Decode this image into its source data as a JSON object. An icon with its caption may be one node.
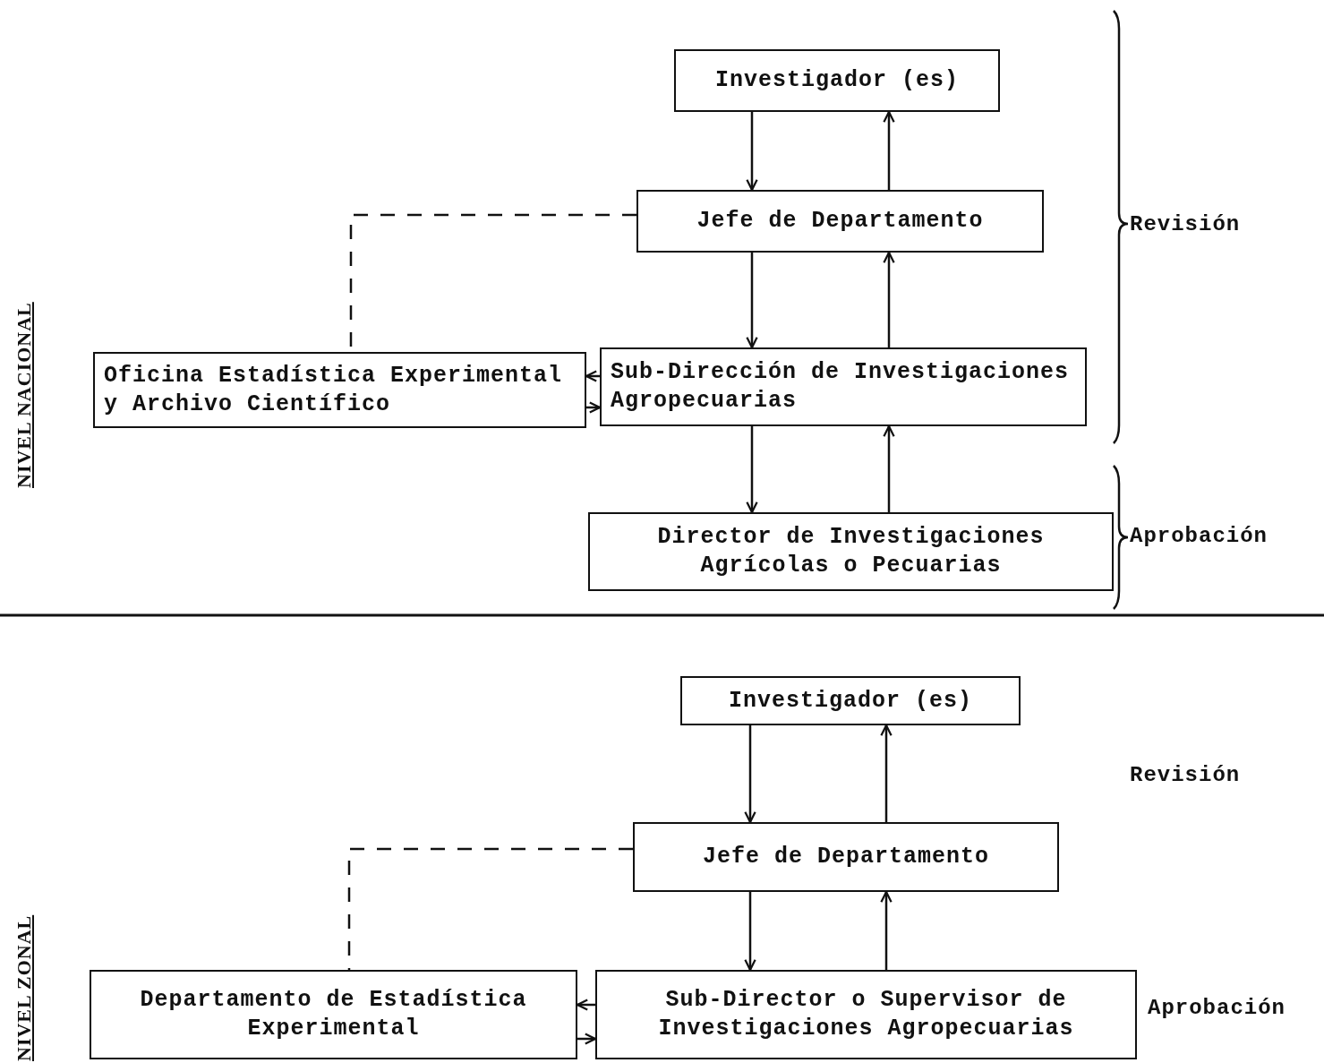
{
  "diagram": {
    "nodes": [
      {
        "text": [
          "Investigador (es)"
        ]
      },
      {
        "text": [
          "Jefe de Departamento"
        ]
      },
      {
        "text": [
          "Oficina Estadística Experimental y Archivo Científico"
        ]
      },
      {
        "text": [
          "Sub-Dirección de Investigaciones Agropecuarias"
        ]
      },
      {
        "text": [
          "Director de Investigaciones Agrícolas o Pecuarias"
        ]
      },
      {
        "text": [
          "Investigador (es)"
        ]
      },
      {
        "text": [
          "Jefe de Departamento"
        ]
      },
      {
        "text": [
          "Departamento de Estadística Experimental"
        ]
      },
      {
        "text": [
          "Sub-Director o Supervisor de Investigaciones Agropecuarias"
        ]
      }
    ],
    "edges": [
      {
        "from": 0,
        "to": 1,
        "arrow": "to"
      },
      {
        "from": 1,
        "to": 0,
        "arrow": "to"
      },
      {
        "from": 1,
        "to": 3,
        "arrow": "to"
      },
      {
        "from": 3,
        "to": 1,
        "arrow": "to"
      },
      {
        "from": 3,
        "to": 4,
        "arrow": "to"
      },
      {
        "from": 4,
        "to": 3,
        "arrow": "to"
      },
      {
        "from": 1,
        "to": 2,
        "arrow": "none",
        "style": "dashed"
      },
      {
        "from": 3,
        "to": 2,
        "arrow": "to"
      },
      {
        "from": 2,
        "to": 3,
        "arrow": "to"
      },
      {
        "from": 5,
        "to": 6,
        "arrow": "to"
      },
      {
        "from": 6,
        "to": 5,
        "arrow": "to"
      },
      {
        "from": 6,
        "to": 8,
        "arrow": "to"
      },
      {
        "from": 8,
        "to": 6,
        "arrow": "to"
      },
      {
        "from": 6,
        "to": 7,
        "arrow": "none",
        "style": "dashed"
      },
      {
        "from": 8,
        "to": 7,
        "arrow": "to"
      },
      {
        "from": 7,
        "to": 8,
        "arrow": "to"
      }
    ],
    "labels": [
      "NIVEL NACIONAL",
      "Revisión",
      "Aprobación",
      "NIVEL ZONAL",
      "Revisión",
      "Aprobación"
    ]
  }
}
